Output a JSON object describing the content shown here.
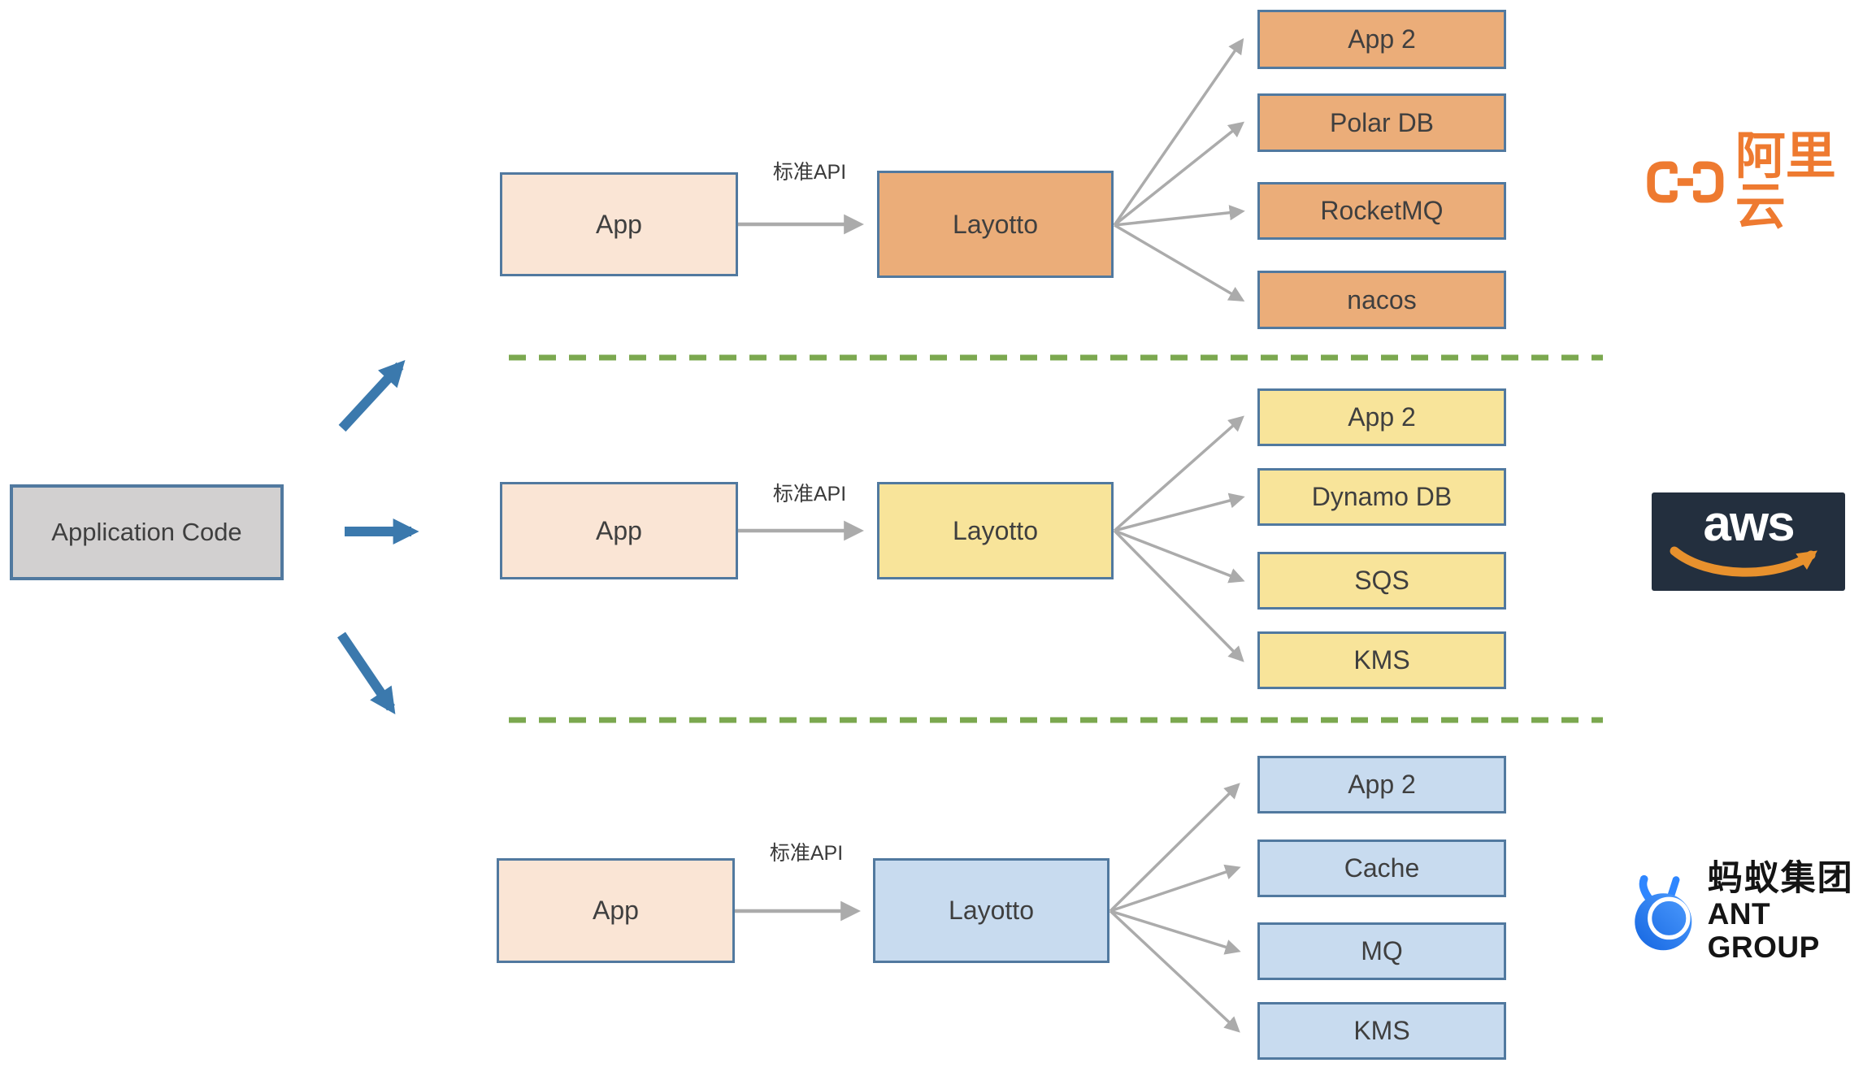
{
  "diagram": {
    "source_box": {
      "label": "Application Code"
    },
    "api_label": "标准API",
    "rows": [
      {
        "vendor": "alibaba-cloud",
        "app": "App",
        "sidecar": "Layotto",
        "targets": [
          "App 2",
          "Polar DB",
          "RocketMQ",
          "nacos"
        ]
      },
      {
        "vendor": "aws",
        "app": "App",
        "sidecar": "Layotto",
        "targets": [
          "App 2",
          "Dynamo DB",
          "SQS",
          "KMS"
        ]
      },
      {
        "vendor": "ant-group",
        "app": "App",
        "sidecar": "Layotto",
        "targets": [
          "App 2",
          "Cache",
          "MQ",
          "KMS"
        ]
      }
    ]
  },
  "logos": {
    "alibaba": {
      "name": "阿里云",
      "color": "#ee7a30"
    },
    "aws": {
      "name": "aws",
      "bg": "#232f3e",
      "smile_color": "#e8912d"
    },
    "ant": {
      "line1": "蚂蚁集团",
      "line2": "ANT GROUP",
      "color": "#1678ff"
    }
  },
  "colors": {
    "source_box": "#d2d0d0",
    "app_box": "#fae5d5",
    "alibaba_box": "#ebad79",
    "aws_box": "#f8e49a",
    "ant_box": "#c8dbef",
    "box_border": "#51799f",
    "connector_gray": "#ababab",
    "divider_green": "#7ba84f",
    "flow_arrow_blue": "#3b79ad",
    "text": "#3f3f3f"
  }
}
